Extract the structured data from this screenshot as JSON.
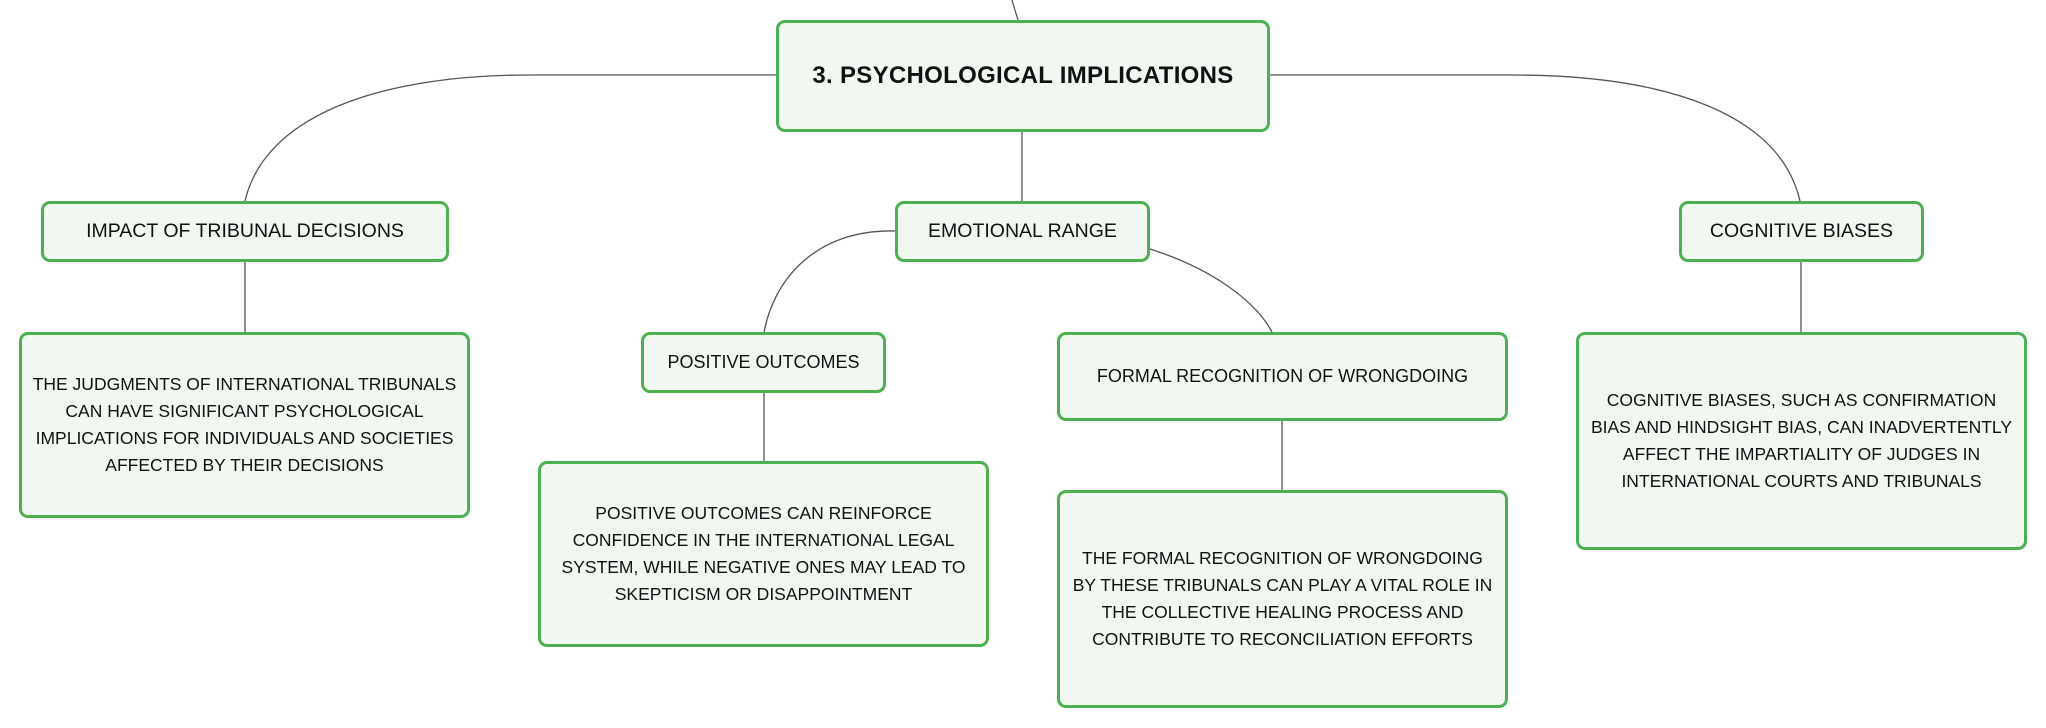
{
  "diagram": {
    "root": "3. PSYCHOLOGICAL IMPLICATIONS",
    "branches": [
      {
        "label": "IMPACT OF TRIBUNAL DECISIONS",
        "detail": "THE JUDGMENTS OF INTERNATIONAL TRIBUNALS CAN HAVE SIGNIFICANT PSYCHOLOGICAL IMPLICATIONS FOR INDIVIDUALS AND SOCIETIES AFFECTED BY THEIR DECISIONS"
      },
      {
        "label": "EMOTIONAL RANGE",
        "children": [
          {
            "label": "POSITIVE OUTCOMES",
            "detail": "POSITIVE OUTCOMES CAN REINFORCE CONFIDENCE IN THE INTERNATIONAL LEGAL SYSTEM, WHILE NEGATIVE ONES MAY LEAD TO SKEPTICISM OR DISAPPOINTMENT"
          },
          {
            "label": "FORMAL RECOGNITION OF WRONGDOING",
            "detail": "THE FORMAL RECOGNITION OF WRONGDOING BY THESE TRIBUNALS CAN PLAY A VITAL ROLE IN THE COLLECTIVE HEALING PROCESS AND CONTRIBUTE TO RECONCILIATION EFFORTS"
          }
        ]
      },
      {
        "label": "COGNITIVE BIASES",
        "detail": "COGNITIVE BIASES, SUCH AS CONFIRMATION BIAS AND HINDSIGHT BIAS, CAN INADVERTENTLY AFFECT THE IMPARTIALITY OF JUDGES IN INTERNATIONAL COURTS AND TRIBUNALS"
      }
    ]
  },
  "colors": {
    "node_border": "#4caf50",
    "node_fill": "#f1f8f2",
    "connector": "#555555",
    "text": "#111111"
  }
}
